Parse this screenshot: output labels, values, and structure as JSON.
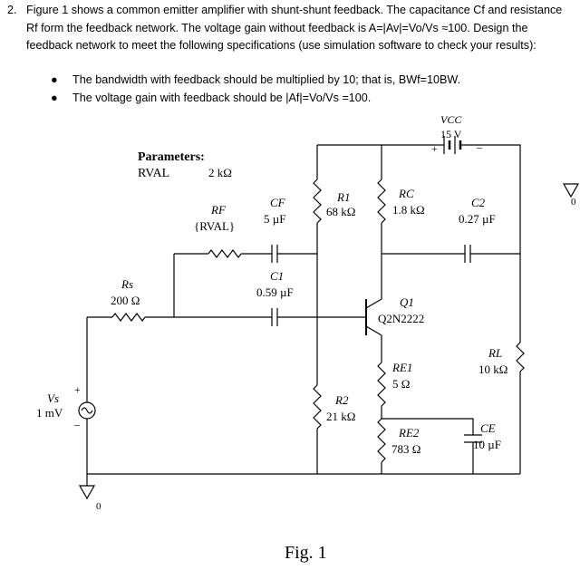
{
  "problem": {
    "number": "2.",
    "text": "Figure 1 shows a common emitter amplifier with shunt-shunt feedback. The capacitance Cf and resistance Rf form the feedback network. The voltage gain without feedback is A=|Av|=Vo/Vs ≈100. Design the feedback network to meet the following specifications (use simulation software to check your results):",
    "bullets": [
      "The bandwidth with feedback should be multiplied by 10; that is, BWf=10BW.",
      "The voltage gain with feedback should be |Af|=Vo/Vs =100."
    ]
  },
  "figure": {
    "caption": "Fig. 1",
    "parameters": {
      "title": "Parameters:",
      "name": "RVAL",
      "value": "2 kΩ"
    },
    "components": {
      "vcc": {
        "name": "VCC",
        "value": "15 V"
      },
      "rf": {
        "name": "RF",
        "value": "{RVAL}"
      },
      "cf": {
        "name": "CF",
        "value": "5 µF"
      },
      "r1": {
        "name": "R1",
        "value": "68 kΩ"
      },
      "rc": {
        "name": "RC",
        "value": "1.8 kΩ"
      },
      "c2": {
        "name": "C2",
        "value": "0.27 µF"
      },
      "rs": {
        "name": "Rs",
        "value": "200 Ω"
      },
      "c1": {
        "name": "C1",
        "value": "0.59 µF"
      },
      "q1": {
        "name": "Q1",
        "value": "Q2N2222"
      },
      "rl": {
        "name": "RL",
        "value": "10 kΩ"
      },
      "re1": {
        "name": "RE1",
        "value": "5 Ω"
      },
      "r2": {
        "name": "R2",
        "value": "21 kΩ"
      },
      "re2": {
        "name": "RE2",
        "value": "783 Ω"
      },
      "ce": {
        "name": "CE",
        "value": "10 µF"
      },
      "vs": {
        "name": "Vs",
        "value": "1 mV"
      }
    },
    "grounds": {
      "output": "0",
      "input": "0"
    },
    "signs": {
      "plus": "+",
      "minus": "–"
    }
  }
}
